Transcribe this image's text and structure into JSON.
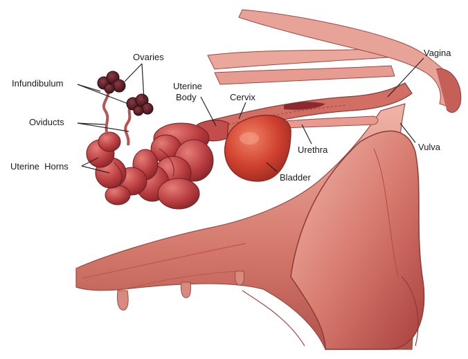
{
  "diagram": {
    "colors": {
      "tissue_light": "#e8a49a",
      "tissue_mid": "#c65a52",
      "tissue_dark": "#8e2b2f",
      "ovary": "#5a1e26",
      "bladder": "#cf3b2c",
      "leader": "#222222"
    },
    "labels": {
      "ovaries": "Ovaries",
      "infundibulum": "Infundibulum",
      "oviducts": "Oviducts",
      "uterine_horns": "Uterine  Horns",
      "uterine_body_1": "Uterine",
      "uterine_body_2": "Body",
      "cervix": "Cervix",
      "urethra": "Urethra",
      "bladder": "Bladder",
      "vagina": "Vagina",
      "vulva": "Vulva"
    }
  }
}
